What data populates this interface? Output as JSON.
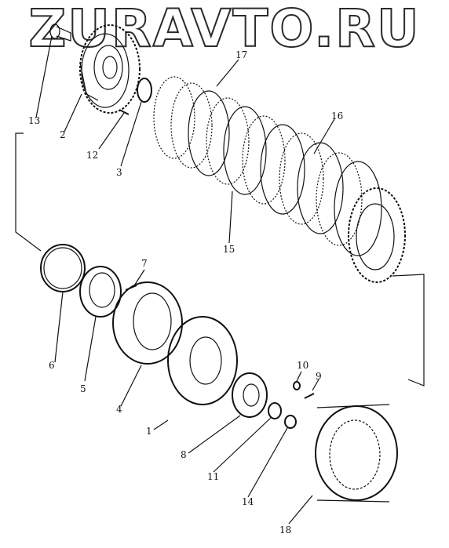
{
  "watermark": {
    "text": "ZURAVTO.RU"
  },
  "callouts": [
    "1",
    "2",
    "3",
    "4",
    "5",
    "6",
    "7",
    "8",
    "9",
    "10",
    "11",
    "12",
    "13",
    "14",
    "15",
    "16",
    "17",
    "18"
  ],
  "colors": {
    "ink": "#111111",
    "paper": "#ffffff"
  }
}
